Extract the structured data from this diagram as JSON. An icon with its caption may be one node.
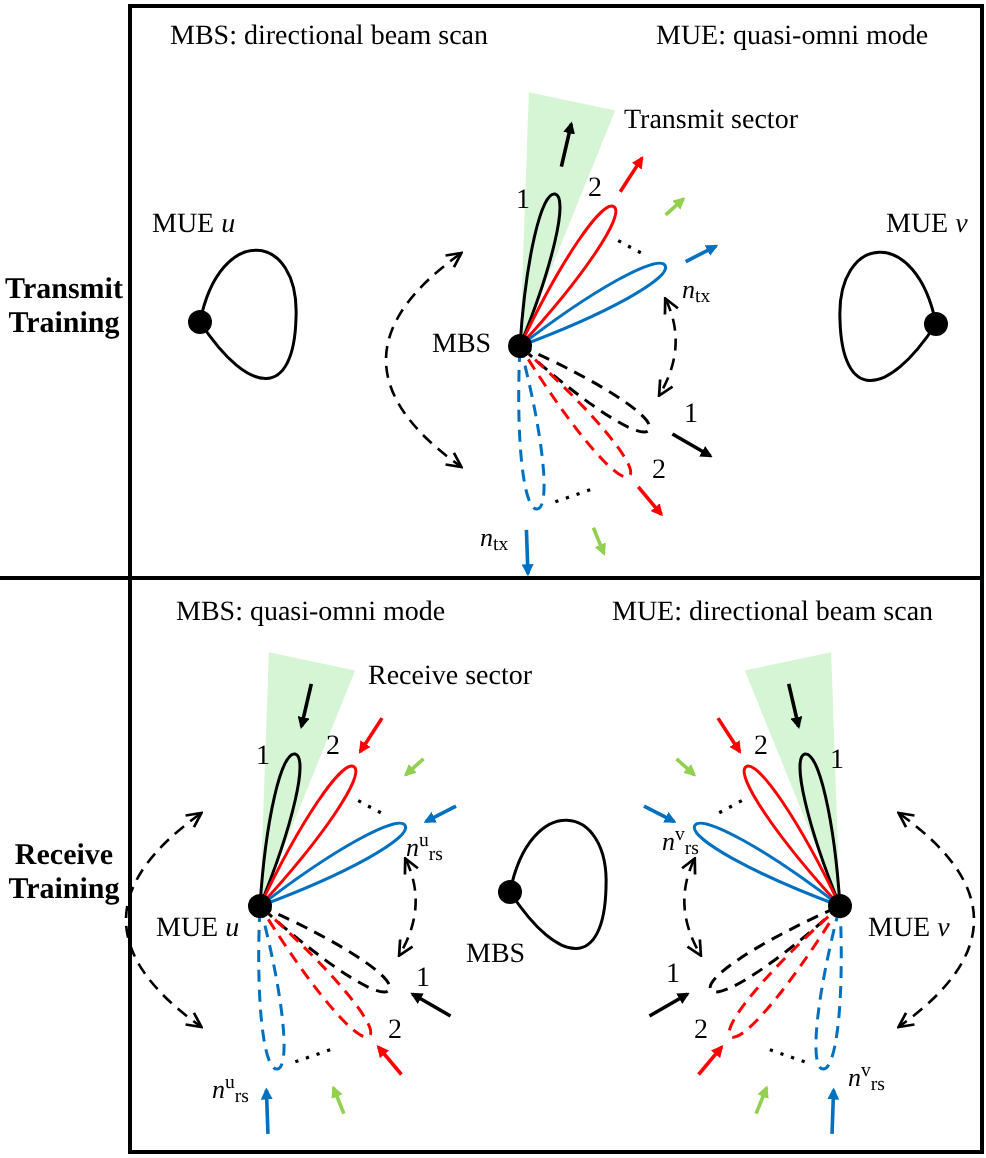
{
  "diagram": {
    "labels": [
      "MBS: directional beam scan",
      "MUE: quasi-omni mode",
      "Transmit sector",
      "1",
      "2",
      "MUE *u*",
      "MUE *v*",
      "Transmit Training",
      "*n*$_{tx}$",
      "MBS",
      "1",
      "2",
      "*n*$_{tx}$",
      "MBS: quasi-omni mode",
      "MUE: directional beam scan",
      "Receive sector",
      "1",
      "2",
      "2",
      "1",
      "*n*$^{u}$$_{rs}$",
      "*n*$^{v}$$_{rs}$",
      "Receive Training",
      "MUE *u*",
      "MBS",
      "MUE *v*",
      "1",
      "1",
      "2",
      "2",
      "*n*$^{u}$$_{rs}$",
      "*n*$^{v}$$_{rs}$"
    ]
  }
}
